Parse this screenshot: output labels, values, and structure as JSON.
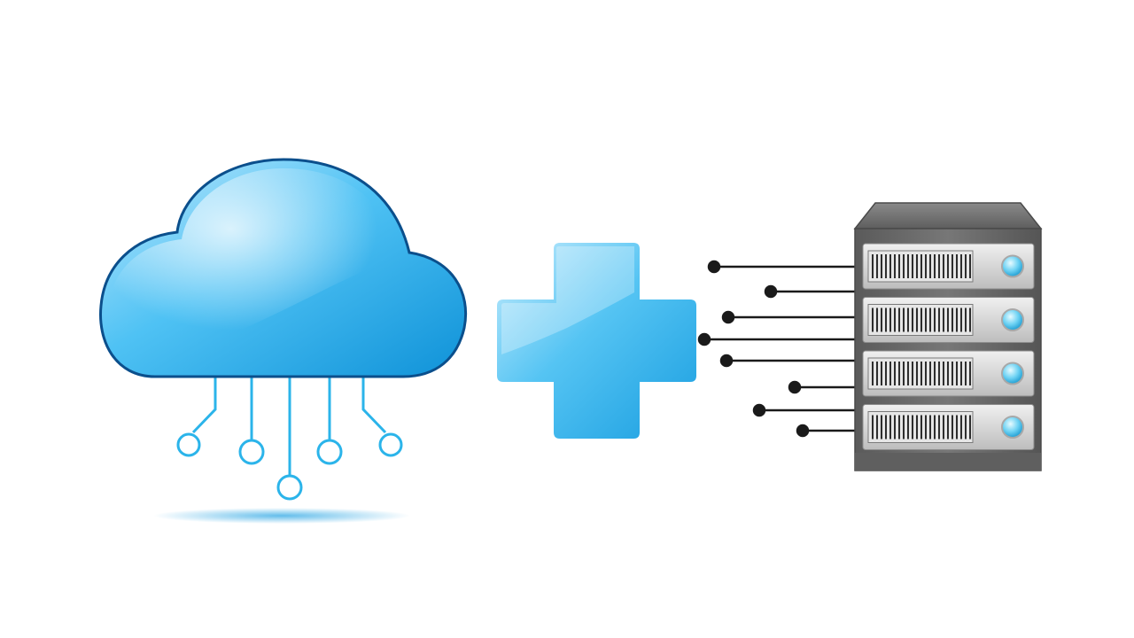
{
  "diagram": {
    "elements": [
      {
        "id": "cloud",
        "icon": "cloud-network-icon"
      },
      {
        "id": "plus",
        "icon": "plus-icon"
      },
      {
        "id": "server",
        "icon": "server-rack-icon"
      }
    ],
    "cloud": {
      "connector_count": 5
    },
    "server": {
      "unit_count": 4,
      "cable_count": 8
    },
    "colors": {
      "cloud_fill_light": "#bfe9fd",
      "cloud_fill": "#45bdf2",
      "cloud_fill_dark": "#0f92d8",
      "cloud_outline": "#0b4f8c",
      "connector": "#2bb4ea",
      "plus_light": "#c7edfd",
      "plus": "#3bb6ef",
      "server_body": "#6b6b6b",
      "server_unit": "#d6d6d6",
      "server_led": "#58c9ef",
      "cable": "#1a1a1a"
    }
  }
}
